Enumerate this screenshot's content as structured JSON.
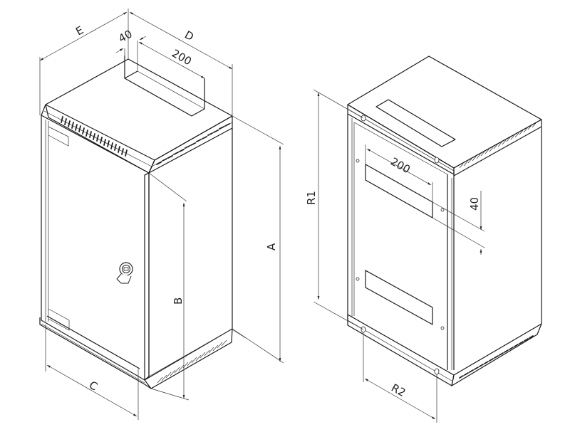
{
  "diagram": {
    "type": "technical-drawing",
    "subject": "wall-mount cabinet",
    "left_view": {
      "dimension_labels": {
        "E": "E",
        "D": "D",
        "top_slot_width": "40",
        "top_slot_length": "200",
        "A": "A",
        "B": "B",
        "C": "C"
      }
    },
    "right_view": {
      "dimension_labels": {
        "R1": "R1",
        "R2": "R2",
        "back_slot_length": "200",
        "back_slot_width": "40"
      }
    },
    "colors": {
      "line": "#1a1a1a",
      "dimension_line": "#333333",
      "frame_highlight": "#b8b8b8",
      "background": "#ffffff"
    }
  }
}
